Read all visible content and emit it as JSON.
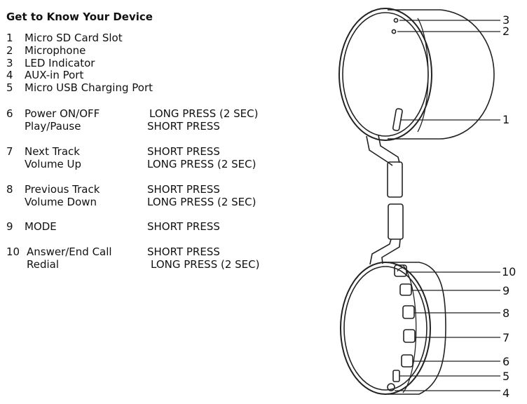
{
  "title": "Get to Know Your Device",
  "parts": [
    {
      "num": "1",
      "label": "Micro SD Card Slot"
    },
    {
      "num": "2",
      "label": "Microphone"
    },
    {
      "num": "3",
      "label": "LED Indicator"
    },
    {
      "num": "4",
      "label": "AUX-in Port"
    },
    {
      "num": "5",
      "label": "Micro USB Charging Port"
    }
  ],
  "controls": [
    {
      "num": "6",
      "lines": [
        {
          "action": "Power ON/OFF",
          "press": "LONG PRESS (2 SEC)"
        },
        {
          "action": "Play/Pause",
          "press": "SHORT PRESS"
        }
      ]
    },
    {
      "num": "7",
      "lines": [
        {
          "action": "Next Track",
          "press": "SHORT PRESS"
        },
        {
          "action": "Volume Up",
          "press": "LONG PRESS (2 SEC)"
        }
      ]
    },
    {
      "num": "8",
      "lines": [
        {
          "action": "Previous Track",
          "press": "SHORT PRESS"
        },
        {
          "action": "Volume Down",
          "press": "LONG PRESS (2 SEC)"
        }
      ]
    },
    {
      "num": "9",
      "lines": [
        {
          "action": "MODE",
          "press": "SHORT PRESS"
        }
      ]
    },
    {
      "num": "10",
      "lines": [
        {
          "action": "Answer/End Call",
          "press": "SHORT PRESS"
        },
        {
          "action": "Redial",
          "press": "LONG PRESS (2 SEC)"
        }
      ]
    }
  ],
  "callouts": {
    "c1": "1",
    "c2": "2",
    "c3": "3",
    "c4": "4",
    "c5": "5",
    "c6": "6",
    "c7": "7",
    "c8": "8",
    "c9": "9",
    "c10": "10"
  },
  "colors": {
    "line": "#222222",
    "text": "#111111"
  }
}
